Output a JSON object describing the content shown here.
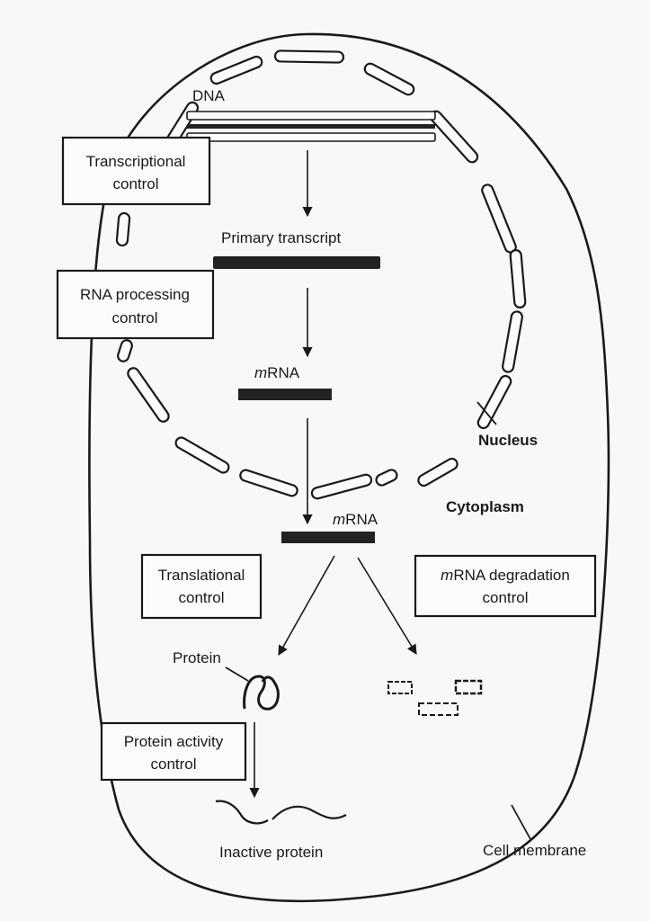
{
  "figure": {
    "type": "gene-expression-control-diagram",
    "labels": {
      "dna": "DNA",
      "primary_transcript": "Primary transcript",
      "mrna_nucleus_prefix": "m",
      "mrna_nucleus_suffix": "RNA",
      "mrna_cytoplasm_prefix": "m",
      "mrna_cytoplasm_suffix": "RNA",
      "nucleus": "Nucleus",
      "cytoplasm": "Cytoplasm",
      "protein": "Protein",
      "inactive_protein": "Inactive protein",
      "cell_membrane": "Cell membrane"
    },
    "control_boxes": [
      {
        "id": "transcriptional",
        "line1": "Transcriptional",
        "line2": "control"
      },
      {
        "id": "rna-processing",
        "line1": "RNA processing",
        "line2": "control"
      },
      {
        "id": "translational",
        "line1": "Translational",
        "line2": "control"
      },
      {
        "id": "mrna-degradation",
        "line1_prefix": "m",
        "line1": "RNA degradation",
        "line2": "control"
      },
      {
        "id": "protein-activity",
        "line1": "Protein activity",
        "line2": "control"
      }
    ],
    "flow": [
      "DNA",
      "Primary transcript",
      "mRNA (nucleus)",
      "mRNA (cytoplasm)",
      "Protein / degraded mRNA fragments",
      "Inactive protein"
    ],
    "colors": {
      "ink": "#1a1a1a",
      "paper": "#f8f8f6"
    }
  }
}
